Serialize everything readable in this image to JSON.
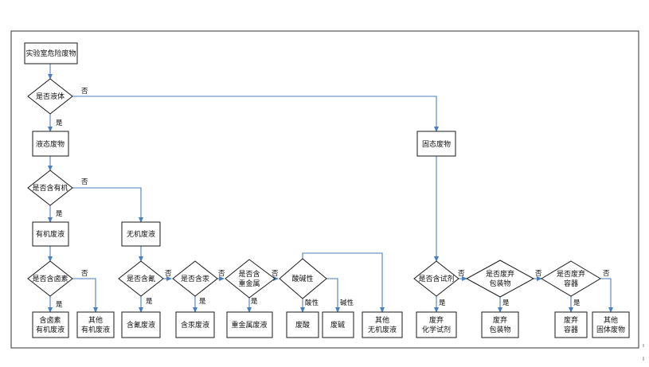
{
  "nodes": {
    "start": "实验室危险废物",
    "q_liquid": "是否液体",
    "liquid_waste": "液态废物",
    "q_organic": "是否含有机",
    "organic_waste": "有机废液",
    "q_halogen": "是否含卤素",
    "halogen_organic": [
      "含卤素",
      "有机废液"
    ],
    "other_organic": [
      "其他",
      "有机废液"
    ],
    "inorganic_waste": "无机废液",
    "q_cyanide": "是否含氰",
    "cyanide_waste": "含氰废液",
    "q_mercury": "是否含汞",
    "mercury_waste": "含汞废液",
    "q_heavy_metal": [
      "是否含",
      "重金属"
    ],
    "heavy_metal_waste": "重金属废液",
    "q_acid_base": "酸碱性",
    "waste_acid": "废酸",
    "waste_base": "废碱",
    "other_inorganic": [
      "其他",
      "无机废液"
    ],
    "solid_waste": "固态废物",
    "q_reagent": "是否含试剂",
    "discarded_reagent": [
      "废弃",
      "化学试剂"
    ],
    "q_packaging": [
      "是否废弃",
      "包装物"
    ],
    "discarded_packaging": [
      "废弃",
      "包装物"
    ],
    "q_container": [
      "是否废弃",
      "容器"
    ],
    "discarded_container": [
      "废弃",
      "容器"
    ],
    "other_solid": [
      "其他",
      "固体废物"
    ]
  },
  "edge_labels": {
    "yes": "是",
    "no": "否",
    "acidic": "酸性",
    "basic": "碱性"
  }
}
